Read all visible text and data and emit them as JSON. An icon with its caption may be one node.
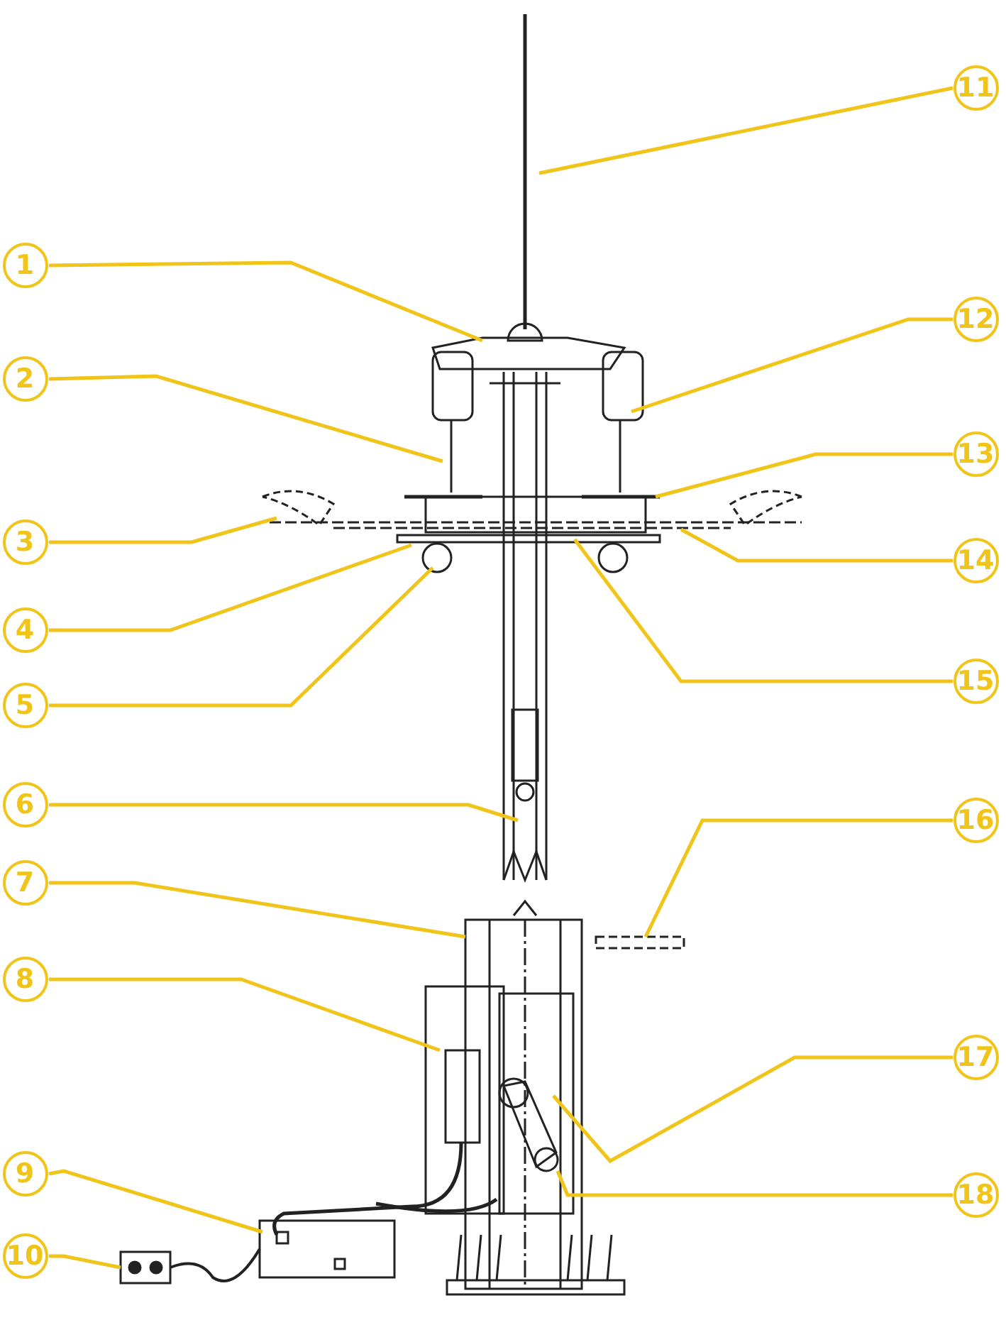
{
  "diagram": {
    "nodes": [
      {
        "text": [
          "1"
        ]
      },
      {
        "text": [
          "2"
        ]
      },
      {
        "text": [
          "3"
        ]
      },
      {
        "text": [
          "4"
        ]
      },
      {
        "text": [
          "5"
        ]
      },
      {
        "text": [
          "6"
        ]
      },
      {
        "text": [
          "7"
        ]
      },
      {
        "text": [
          "8"
        ]
      },
      {
        "text": [
          "9"
        ]
      },
      {
        "text": [
          "10"
        ]
      },
      {
        "text": [
          "11"
        ]
      },
      {
        "text": [
          "12"
        ]
      },
      {
        "text": [
          "13"
        ]
      },
      {
        "text": [
          "14"
        ]
      },
      {
        "text": [
          "15"
        ]
      },
      {
        "text": [
          "16"
        ]
      },
      {
        "text": [
          "17"
        ]
      },
      {
        "text": [
          "18"
        ]
      }
    ],
    "edges": [
      {
        "from": 0,
        "to": null,
        "arrow": "none"
      },
      {
        "from": 1,
        "to": null,
        "arrow": "none"
      },
      {
        "from": 2,
        "to": null,
        "arrow": "none"
      },
      {
        "from": 3,
        "to": null,
        "arrow": "none"
      },
      {
        "from": 4,
        "to": null,
        "arrow": "none"
      },
      {
        "from": 5,
        "to": null,
        "arrow": "none"
      },
      {
        "from": 6,
        "to": null,
        "arrow": "none"
      },
      {
        "from": 7,
        "to": null,
        "arrow": "none"
      },
      {
        "from": 8,
        "to": null,
        "arrow": "none"
      },
      {
        "from": 9,
        "to": null,
        "arrow": "none"
      },
      {
        "from": 10,
        "to": null,
        "arrow": "none"
      },
      {
        "from": 11,
        "to": null,
        "arrow": "none"
      },
      {
        "from": 12,
        "to": null,
        "arrow": "none"
      },
      {
        "from": 13,
        "to": null,
        "arrow": "none"
      },
      {
        "from": 14,
        "to": null,
        "arrow": "none"
      },
      {
        "from": 15,
        "to": null,
        "arrow": "none"
      },
      {
        "from": 16,
        "to": null,
        "arrow": "none"
      },
      {
        "from": 17,
        "to": null,
        "arrow": "none"
      }
    ]
  }
}
